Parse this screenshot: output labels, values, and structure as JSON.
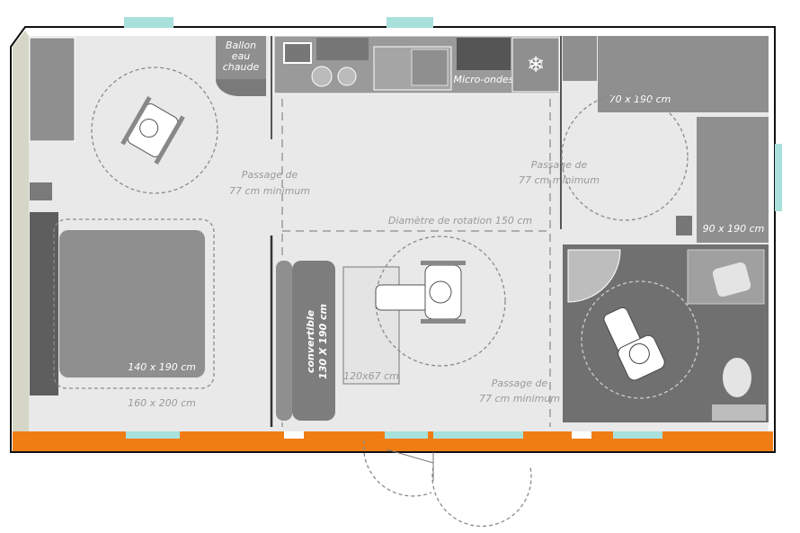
{
  "plan": {
    "water_heater": [
      "Ballon",
      "eau",
      "chaude"
    ],
    "microwave": "Micro-ondes",
    "passage_left": [
      "Passage de",
      "77 cm minimum"
    ],
    "passage_right": [
      "Passage de",
      "77 cm minimum"
    ],
    "passage_bottom": [
      "Passage de",
      "77 cm minimum"
    ],
    "rotation": "Diamètre de rotation 150 cm",
    "bed_top_right": "70 x 190 cm",
    "bed_right": "90 x 190 cm",
    "bed_main": "140 x 190 cm",
    "bed_main_clearance": "160 x 200 cm",
    "sofa": [
      "convertible",
      "130 X 190 cm"
    ],
    "table": "120x67 cm"
  },
  "colors": {
    "floor": "#e9e9e9",
    "furniture": "#8f8f8f",
    "dark": "#5e5e5e",
    "window": "#a8e0dc",
    "terrace": "#f07d14"
  }
}
